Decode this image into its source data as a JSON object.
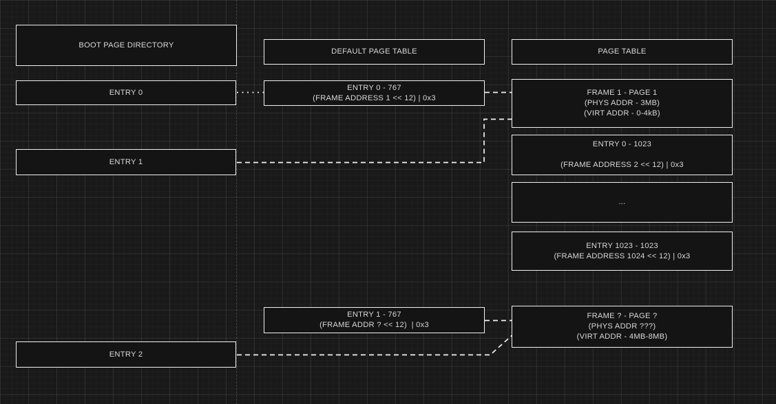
{
  "diagram": {
    "title": "Paging structure diagram",
    "background_color": "#191919",
    "stroke_color": "#f2f2f2",
    "text_color": "#d8d8d8",
    "columns": [
      {
        "name": "boot-page-directory",
        "header": "BOOT PAGE DIRECTORY",
        "entries": [
          "ENTRY 0",
          "ENTRY 1",
          "ENTRY 2"
        ]
      },
      {
        "name": "default-page-table",
        "header": "DEFAULT PAGE TABLE",
        "entries": [
          "ENTRY 0 - 767\n(FRAME ADDRESS 1 << 12) | 0x3",
          "ENTRY 1 - 767\n(FRAME ADDR ? << 12)  | 0x3"
        ]
      },
      {
        "name": "page-table",
        "header": "PAGE TABLE",
        "entries": [
          "FRAME 1 - PAGE 1\n(PHYS ADDR - 3MB)\n(VIRT ADDR - 0-4kB)",
          "ENTRY 0 - 1023\n\n(FRAME ADDRESS 2 << 12) | 0x3",
          "...",
          "ENTRY 1023 - 1023\n(FRAME ADDRESS 1024 << 12) | 0x3",
          "FRAME ? - PAGE ?\n(PHYS ADDR ???)\n(VIRT ADDR - 4MB-8MB)"
        ]
      }
    ],
    "nodes": {
      "boot_header": {
        "label": "BOOT PAGE DIRECTORY"
      },
      "boot_entry_0": {
        "label": "ENTRY 0"
      },
      "boot_entry_1": {
        "label": "ENTRY 1"
      },
      "boot_entry_2": {
        "label": "ENTRY 2"
      },
      "default_header": {
        "label": "DEFAULT PAGE TABLE"
      },
      "default_entry_0": {
        "line1": "ENTRY 0 - 767",
        "line2": "(FRAME ADDRESS 1 << 12) | 0x3"
      },
      "default_entry_1": {
        "line1": "ENTRY 1 - 767",
        "line2": "(FRAME ADDR ? << 12)  | 0x3"
      },
      "pt_header": {
        "label": "PAGE TABLE"
      },
      "pt_frame_1": {
        "line1": "FRAME 1 - PAGE 1",
        "line2": "(PHYS ADDR - 3MB)",
        "line3": "(VIRT ADDR - 0-4kB)"
      },
      "pt_entry_0": {
        "line1": "ENTRY 0 - 1023",
        "line2": "(FRAME ADDRESS 2 << 12) | 0x3"
      },
      "pt_ellipsis": {
        "label": "..."
      },
      "pt_entry_1023": {
        "line1": "ENTRY 1023 - 1023",
        "line2": "(FRAME ADDRESS 1024 << 12) | 0x3"
      },
      "pt_frame_q": {
        "line1": "FRAME ? - PAGE ?",
        "line2": "(PHYS ADDR ???)",
        "line3": "(VIRT ADDR - 4MB-8MB)"
      }
    },
    "connectors": [
      {
        "name": "entry0-to-default-entry0",
        "style": "dotted"
      },
      {
        "name": "default-entry0-to-frame1",
        "style": "dashed"
      },
      {
        "name": "entry1-to-frame1",
        "style": "dashed"
      },
      {
        "name": "default-entry1-to-frameq",
        "style": "dashed"
      },
      {
        "name": "entry2-to-frameq",
        "style": "dashed"
      }
    ]
  }
}
